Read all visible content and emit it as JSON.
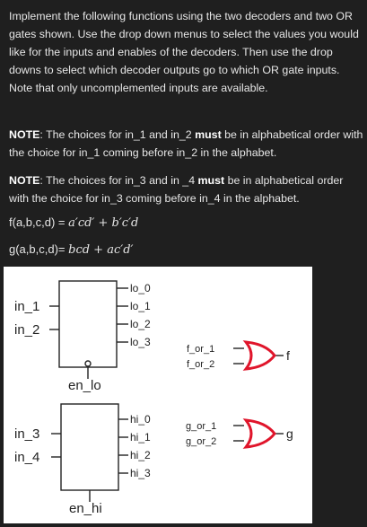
{
  "instructions": "Implement the following functions using the two decoders and two OR gates shown. Use the drop down menus to select the values you would like for the inputs and enables of the decoders. Then use the drop downs to select which decoder outputs go to which OR gate inputs.  Note that only uncomplemented inputs are available.",
  "note1": {
    "label": "NOTE",
    "pre": ": The choices for in_1 and in_2 ",
    "bold": "must",
    "post": " be in alphabetical order with the choice for in_1 coming before in_2 in the alphabet."
  },
  "note2": {
    "label": "NOTE",
    "pre": ": The choices for in_3 and in _4 ",
    "bold": "must",
    "post": " be in alphabetical order with the choice for in_3 coming before in_4 in the alphabet."
  },
  "functions": {
    "f_prefix": "f(a,b,c,d) = ",
    "f_expr": "a′cd′ + b′c′d",
    "g_prefix": "g(a,b,c,d)= ",
    "g_expr": "bcd + ac′d′"
  },
  "decoder_lo": {
    "inputs": [
      "in_1",
      "in_2"
    ],
    "outputs": [
      "lo_0",
      "lo_1",
      "lo_2",
      "lo_3"
    ],
    "enable": "en_lo"
  },
  "decoder_hi": {
    "inputs": [
      "in_3",
      "in_4"
    ],
    "outputs": [
      "hi_0",
      "hi_1",
      "hi_2",
      "hi_3"
    ],
    "enable": "en_hi"
  },
  "gate_f": {
    "inputs": [
      "f_or_1",
      "f_or_2"
    ],
    "output": "f"
  },
  "gate_g": {
    "inputs": [
      "g_or_1",
      "g_or_2"
    ],
    "output": "g"
  },
  "colors": {
    "gate": "#e0152b",
    "background": "#1f1f1f",
    "figure": "#ffffff"
  }
}
